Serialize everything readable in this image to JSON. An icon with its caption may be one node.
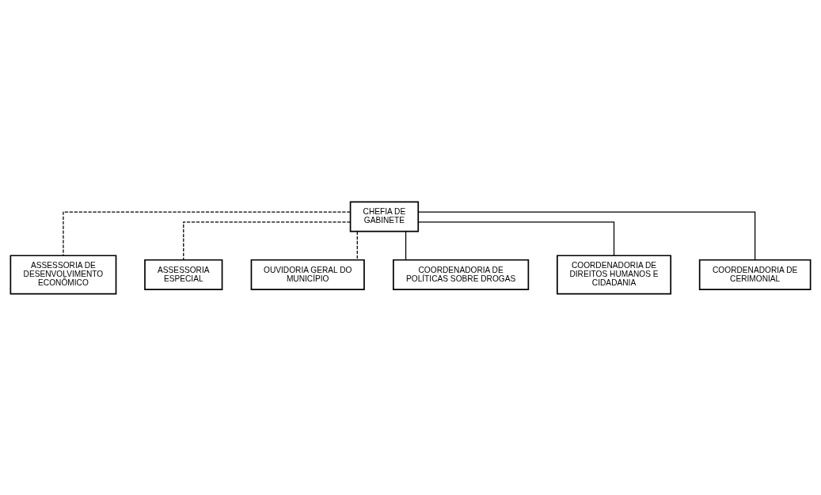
{
  "diagram": {
    "nodes": [
      {
        "text": [
          "CHEFIA DE GABINETE"
        ]
      },
      {
        "text": [
          "ASSESSORIA DE DESENVOLVIMENTO ECONÔMICO"
        ]
      },
      {
        "text": [
          "ASSESSORIA ESPECIAL"
        ]
      },
      {
        "text": [
          "OUVIDORIA GERAL DO MUNICÍPIO"
        ]
      },
      {
        "text": [
          "COORDENADORIA DE POLÍTICAS SOBRE DROGAS"
        ]
      },
      {
        "text": [
          "COORDENADORIA DE DIREITOS HUMANOS E CIDADANIA"
        ]
      },
      {
        "text": [
          "COORDENADORIA DE CERIMONIAL"
        ]
      }
    ],
    "edges": [
      {
        "from": 0,
        "to": 1,
        "arrow": "none",
        "style": "dashed"
      },
      {
        "from": 0,
        "to": 2,
        "arrow": "none",
        "style": "dashed"
      },
      {
        "from": 0,
        "to": 3,
        "arrow": "none",
        "style": "dashed"
      },
      {
        "from": 0,
        "to": 4,
        "arrow": "none"
      },
      {
        "from": 0,
        "to": 5,
        "arrow": "none"
      },
      {
        "from": 0,
        "to": 6,
        "arrow": "none"
      }
    ]
  }
}
